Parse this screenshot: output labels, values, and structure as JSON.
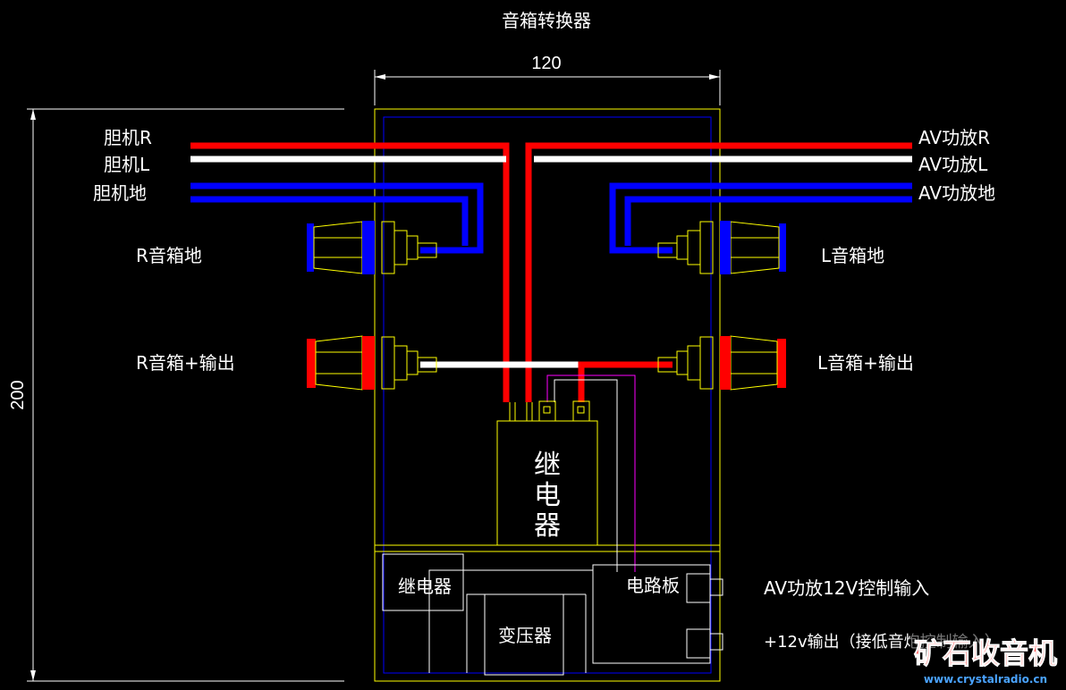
{
  "title": "音箱转换器",
  "dimensions": {
    "width_label": "120",
    "height_label": "200"
  },
  "inputs_left": {
    "r": "胆机R",
    "l": "胆机L",
    "gnd": "胆机地"
  },
  "inputs_right": {
    "r": "AV功放R",
    "l": "AV功放L",
    "gnd": "AV功放地"
  },
  "speaker_labels": {
    "r_gnd": "R音箱地",
    "r_pos": "R音箱+输出",
    "l_gnd": "L音箱地",
    "l_pos": "L音箱+输出"
  },
  "components": {
    "relay_main": "继电器",
    "relay_small": "继电器",
    "transformer": "变压器",
    "circuit_board": "电路板"
  },
  "control": {
    "in_label": "AV功放12V控制输入",
    "out_label": "+12v输出（接低音炮控制输入）"
  },
  "watermark": {
    "logo": "矿石收音机",
    "url": "www.crystalradio.cn"
  },
  "colors": {
    "background": "#000000",
    "enclosure": "#ffff00",
    "wire_red": "#ff0000",
    "wire_white": "#ffffff",
    "wire_blue": "#0000ff",
    "wire_magenta": "#ff00ff"
  }
}
